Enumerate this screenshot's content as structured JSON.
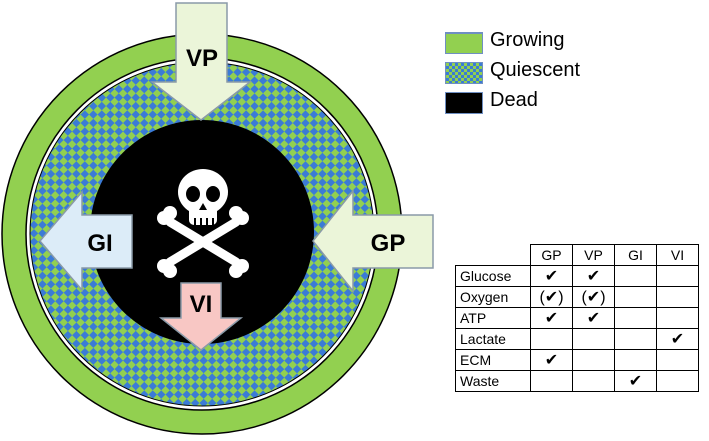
{
  "diagram": {
    "arrows": {
      "vp": "VP",
      "gp": "GP",
      "gi": "GI",
      "vi": "VI"
    },
    "center_symbol": "skull-and-crossbones-icon"
  },
  "legend": [
    {
      "label": "Growing",
      "color": "#92d050"
    },
    {
      "label": "Quiescent",
      "color": "#3b7bd6"
    },
    {
      "label": "Dead",
      "color": "#000000"
    }
  ],
  "table": {
    "columns": [
      "GP",
      "VP",
      "GI",
      "VI"
    ],
    "rows": [
      {
        "label": "Glucose",
        "cells": [
          "✔",
          "✔",
          "",
          ""
        ]
      },
      {
        "label": "Oxygen",
        "cells": [
          "(✔)",
          "(✔)",
          "",
          ""
        ]
      },
      {
        "label": "ATP",
        "cells": [
          "✔",
          "✔",
          "",
          ""
        ]
      },
      {
        "label": "Lactate",
        "cells": [
          "",
          "",
          "",
          "✔"
        ]
      },
      {
        "label": "ECM",
        "cells": [
          "✔",
          "",
          "",
          ""
        ]
      },
      {
        "label": "Waste",
        "cells": [
          "",
          "",
          "✔",
          ""
        ]
      }
    ]
  },
  "colors": {
    "growing_ring": "#92d050",
    "quiescent_blue": "#3b7bd6",
    "necrotic_core": "#000000",
    "arrow_vp": "#ebf5d9",
    "arrow_gp": "#ebf5d9",
    "arrow_gi": "#dcecf8",
    "arrow_vi": "#f8c7c4"
  }
}
